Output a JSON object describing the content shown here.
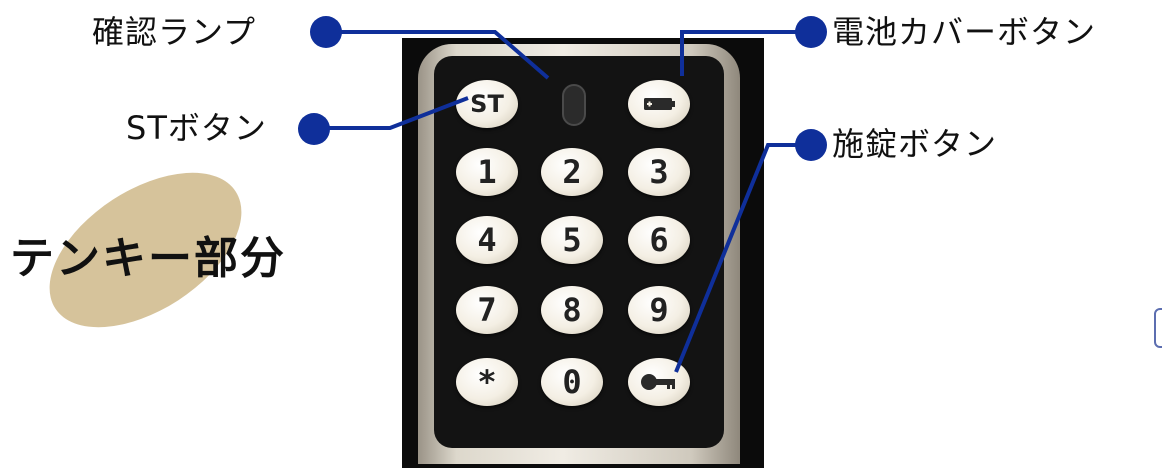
{
  "callouts": {
    "lamp": "確認ランプ",
    "st_button": "STボタン",
    "battery_cover": "電池カバーボタン",
    "lock_button": "施錠ボタン"
  },
  "section_label": "テンキー部分",
  "keypad": {
    "st": "ST",
    "digits": [
      "1",
      "2",
      "3",
      "4",
      "5",
      "6",
      "7",
      "8",
      "9"
    ],
    "star": "*",
    "zero": "0"
  },
  "colors": {
    "callout_dot": "#0f2f9a",
    "oval_highlight": "#d6c39b",
    "panel": "#131313"
  }
}
